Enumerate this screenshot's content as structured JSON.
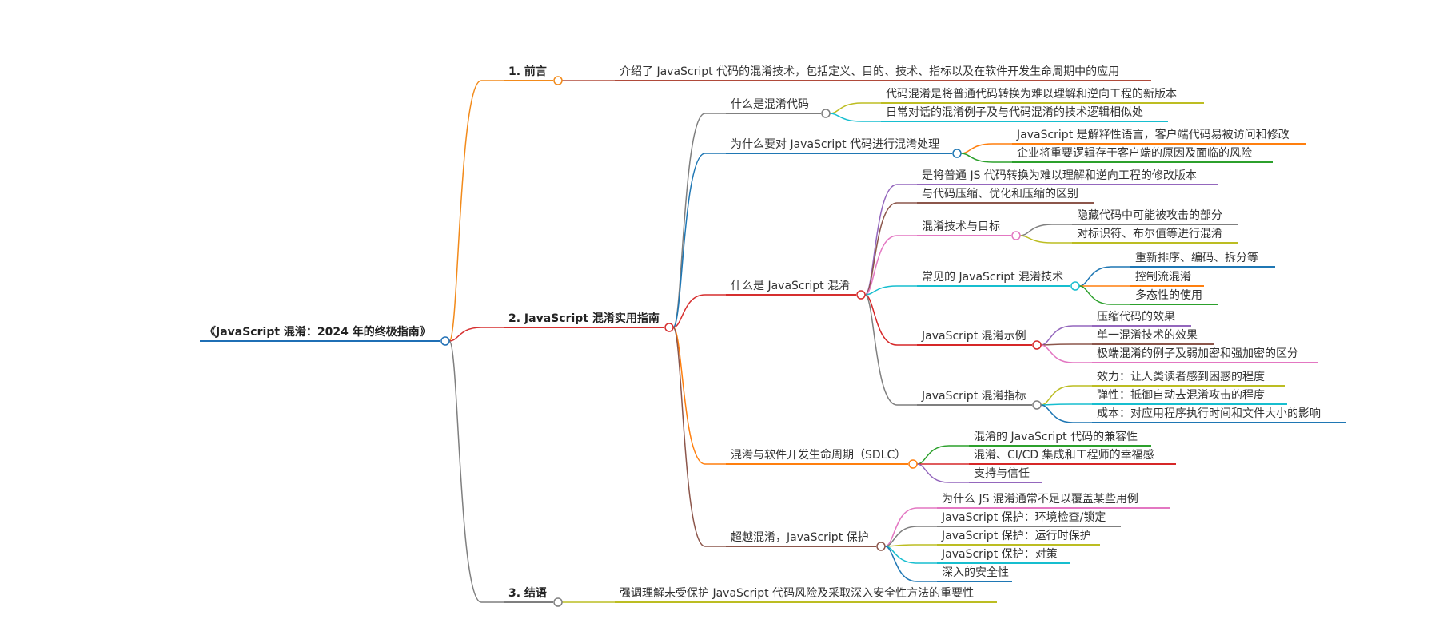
{
  "mindmap": {
    "root": {
      "label": "《JavaScript 混淆：2024 年的终极指南》",
      "color": "#1f6fb5",
      "children": [
        {
          "label": "1. 前言",
          "color": "#f28a1a",
          "children": [
            {
              "label": "介绍了 JavaScript 代码的混淆技术，包括定义、目的、技术、指标以及在软件开发生命周期中的应用",
              "color": "#b04a3a"
            }
          ]
        },
        {
          "label": "2. JavaScript 混淆实用指南",
          "color": "#d62f2f",
          "children": [
            {
              "label": "什么是混淆代码",
              "color": "#7f7f7f",
              "children": [
                {
                  "label": "代码混淆是将普通代码转换为难以理解和逆向工程的新版本",
                  "color": "#bdbd22"
                },
                {
                  "label": "日常对话的混淆例子及与代码混淆的技术逻辑相似处",
                  "color": "#17becf"
                }
              ]
            },
            {
              "label": "为什么要对 JavaScript 代码进行混淆处理",
              "color": "#1f77b4",
              "children": [
                {
                  "label": "JavaScript 是解释性语言，客户端代码易被访问和修改",
                  "color": "#ff7f0e"
                },
                {
                  "label": "企业将重要逻辑存于客户端的原因及面临的风险",
                  "color": "#2ca02c"
                }
              ]
            },
            {
              "label": "什么是 JavaScript 混淆",
              "color": "#d62f2f",
              "children": [
                {
                  "label": "是将普通 JS 代码转换为难以理解和逆向工程的修改版本",
                  "color": "#9467bd"
                },
                {
                  "label": "与代码压缩、优化和压缩的区别",
                  "color": "#8c564b"
                },
                {
                  "label": "混淆技术与目标",
                  "color": "#e377c2",
                  "children": [
                    {
                      "label": "隐藏代码中可能被攻击的部分",
                      "color": "#7f7f7f"
                    },
                    {
                      "label": "对标识符、布尔值等进行混淆",
                      "color": "#bcbd22"
                    }
                  ]
                },
                {
                  "label": "常见的 JavaScript 混淆技术",
                  "color": "#17becf",
                  "children": [
                    {
                      "label": "重新排序、编码、拆分等",
                      "color": "#1f77b4"
                    },
                    {
                      "label": "控制流混淆",
                      "color": "#ff7f0e"
                    },
                    {
                      "label": "多态性的使用",
                      "color": "#2ca02c"
                    }
                  ]
                },
                {
                  "label": "JavaScript 混淆示例",
                  "color": "#d62728",
                  "children": [
                    {
                      "label": "压缩代码的效果",
                      "color": "#9467bd"
                    },
                    {
                      "label": "单一混淆技术的效果",
                      "color": "#8c564b"
                    },
                    {
                      "label": "极端混淆的例子及弱加密和强加密的区分",
                      "color": "#e377c2"
                    }
                  ]
                },
                {
                  "label": "JavaScript 混淆指标",
                  "color": "#7f7f7f",
                  "children": [
                    {
                      "label": "效力：让人类读者感到困惑的程度",
                      "color": "#bcbd22"
                    },
                    {
                      "label": "弹性：抵御自动去混淆攻击的程度",
                      "color": "#17becf"
                    },
                    {
                      "label": "成本：对应用程序执行时间和文件大小的影响",
                      "color": "#1f77b4"
                    }
                  ]
                }
              ]
            },
            {
              "label": "混淆与软件开发生命周期（SDLC）",
              "color": "#ff7f0e",
              "children": [
                {
                  "label": "混淆的 JavaScript 代码的兼容性",
                  "color": "#2ca02c"
                },
                {
                  "label": "混淆、CI/CD 集成和工程师的幸福感",
                  "color": "#d62728"
                },
                {
                  "label": "支持与信任",
                  "color": "#9467bd"
                }
              ]
            },
            {
              "label": "超越混淆，JavaScript 保护",
              "color": "#8c564b",
              "children": [
                {
                  "label": "为什么 JS 混淆通常不足以覆盖某些用例",
                  "color": "#e377c2"
                },
                {
                  "label": "JavaScript 保护：环境检查/锁定",
                  "color": "#7f7f7f"
                },
                {
                  "label": "JavaScript 保护：运行时保护",
                  "color": "#bcbd22"
                },
                {
                  "label": "JavaScript 保护：对策",
                  "color": "#17becf"
                },
                {
                  "label": "深入的安全性",
                  "color": "#1f77b4"
                }
              ]
            }
          ]
        },
        {
          "label": "3. 结语",
          "color": "#7f7f7f",
          "children": [
            {
              "label": "强调理解未受保护 JavaScript 代码风险及采取深入安全性方法的重要性",
              "color": "#bcbd22"
            }
          ]
        }
      ]
    }
  }
}
